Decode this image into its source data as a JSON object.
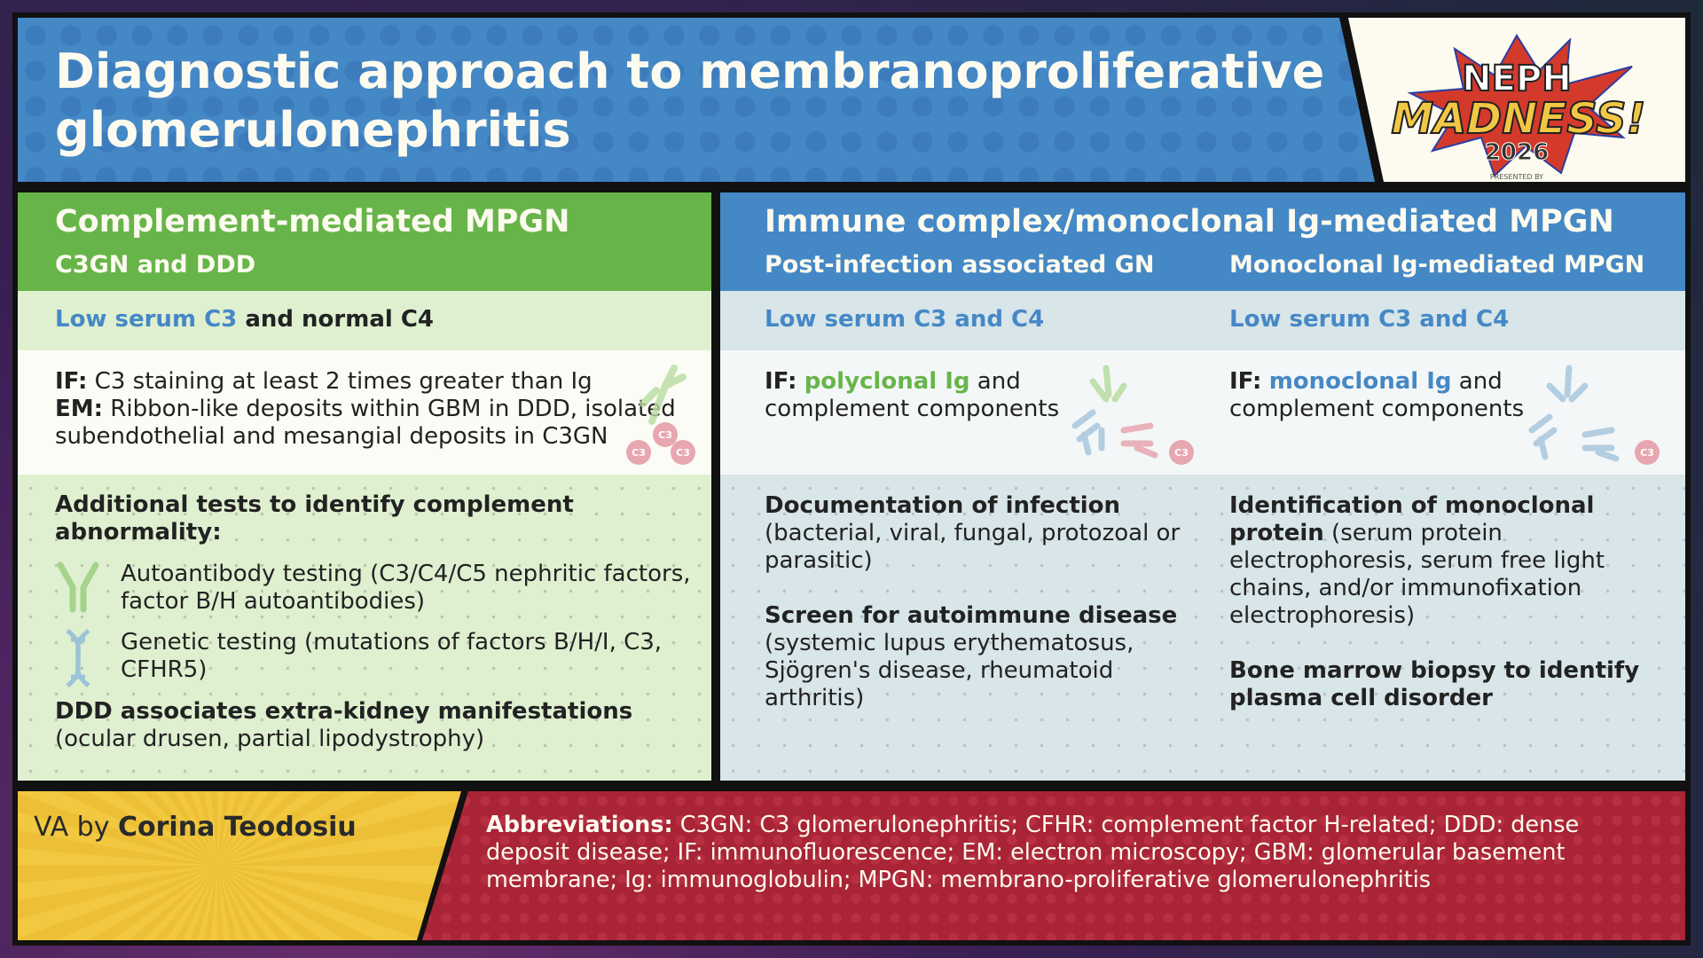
{
  "title": {
    "line1": "Diagnostic approach to membranoproliferative",
    "line2": "glomerulonephritis"
  },
  "logo": {
    "line1": "NEPH",
    "line2": "MADNESS!",
    "year": "2026",
    "presented": "PRESENTED BY"
  },
  "left": {
    "heading": "Complement-mediated MPGN",
    "subheading": "C3GN and DDD",
    "serum_highlight": "Low serum C3",
    "serum_rest": " and normal C4",
    "if_label": "IF:",
    "if_text": " C3 staining at least 2 times greater than Ig",
    "em_label": "EM:",
    "em_text": " Ribbon-like deposits within GBM in DDD, isolated subendothelial and mesangial deposits in C3GN",
    "tests_heading": "Additional tests to identify complement abnormality:",
    "autoantibody": "Autoantibody testing (C3/C4/C5 nephritic factors, factor B/H autoantibodies)",
    "genetic": "Genetic testing (mutations of factors B/H/I, C3, CFHR5)",
    "ddd_heading": "DDD associates extra-kidney manifestations",
    "ddd_text": "(ocular drusen, partial lipodystrophy)",
    "c3": "C3"
  },
  "right": {
    "heading": "Immune complex/monoclonal Ig-mediated MPGN",
    "pi": {
      "subheading": "Post-infection associated GN",
      "serum": "Low serum C3 and C4",
      "if_label": "IF:",
      "if_highlight": "polyclonal Ig",
      "if_rest": " and complement components",
      "doc_heading": "Documentation of infection",
      "doc_text": "(bacterial, viral, fungal, protozoal or parasitic)",
      "screen_heading": "Screen for autoimmune disease",
      "screen_text": "(systemic lupus erythematosus, Sjögren's disease, rheumatoid arthritis)"
    },
    "mono": {
      "subheading": "Monoclonal Ig-mediated MPGN",
      "serum": "Low serum C3 and C4",
      "if_label": "IF:",
      "if_highlight": "monoclonal Ig",
      "if_rest": " and complement components",
      "id_heading": "Identification of monoclonal protein",
      "id_text": " (serum protein electrophoresis, serum free light chains, and/or immunofixation electrophoresis)",
      "bm_heading": "Bone marrow biopsy to identify plasma cell disorder"
    }
  },
  "footer": {
    "va_prefix": "VA by ",
    "author": "Corina Teodosiu",
    "abbr_label": "Abbreviations:",
    "abbr_text": " C3GN: C3 glomerulonephritis; CFHR: complement factor H-related; DDD: dense deposit disease; IF: immunofluorescence; EM: electron microscopy; GBM: glomerular basement membrane; Ig: immunoglobulin; MPGN: membrano-proliferative glomerulonephritis"
  },
  "colors": {
    "blue": "#4588c6",
    "green": "#67b54a",
    "red": "#a82436",
    "yellow": "#f1c83f"
  }
}
